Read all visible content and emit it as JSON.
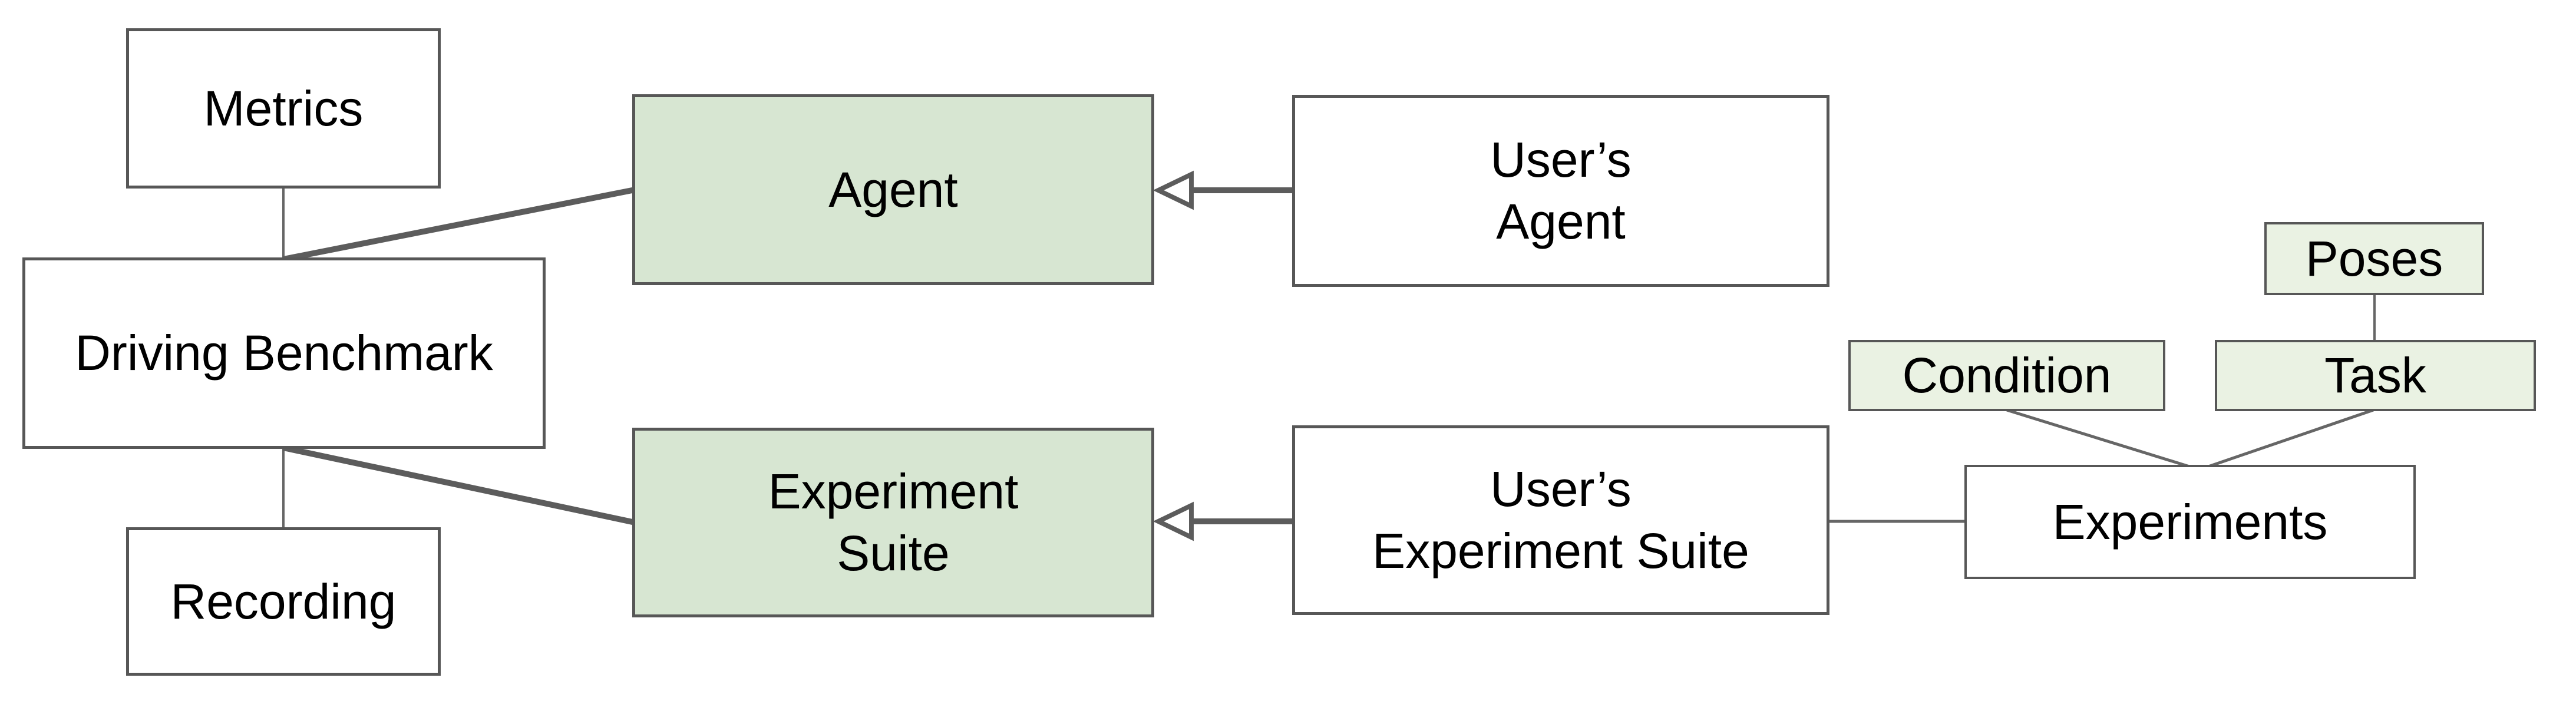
{
  "diagram": {
    "title": "Driving benchmark architecture diagram",
    "colors": {
      "background": "#ffffff",
      "box_border": "#575757",
      "thin_connector": "#666666",
      "thick_connector": "#5c5c5c",
      "green_fill": "#d7e6d2",
      "pale_green_fill": "#eaf2e3",
      "white_fill": "#ffffff",
      "text": "#000000"
    },
    "nodes": {
      "metrics": {
        "label": "Metrics"
      },
      "driving_benchmark": {
        "label": "Driving Benchmark"
      },
      "recording": {
        "label": "Recording"
      },
      "agent": {
        "label": "Agent"
      },
      "experiment_suite": {
        "label": "Experiment\nSuite"
      },
      "users_agent": {
        "label": "User’s\nAgent"
      },
      "users_experiment_suite": {
        "label": "User’s\nExperiment Suite"
      },
      "poses": {
        "label": "Poses"
      },
      "condition": {
        "label": "Condition"
      },
      "task": {
        "label": "Task"
      },
      "experiments": {
        "label": "Experiments"
      }
    }
  }
}
